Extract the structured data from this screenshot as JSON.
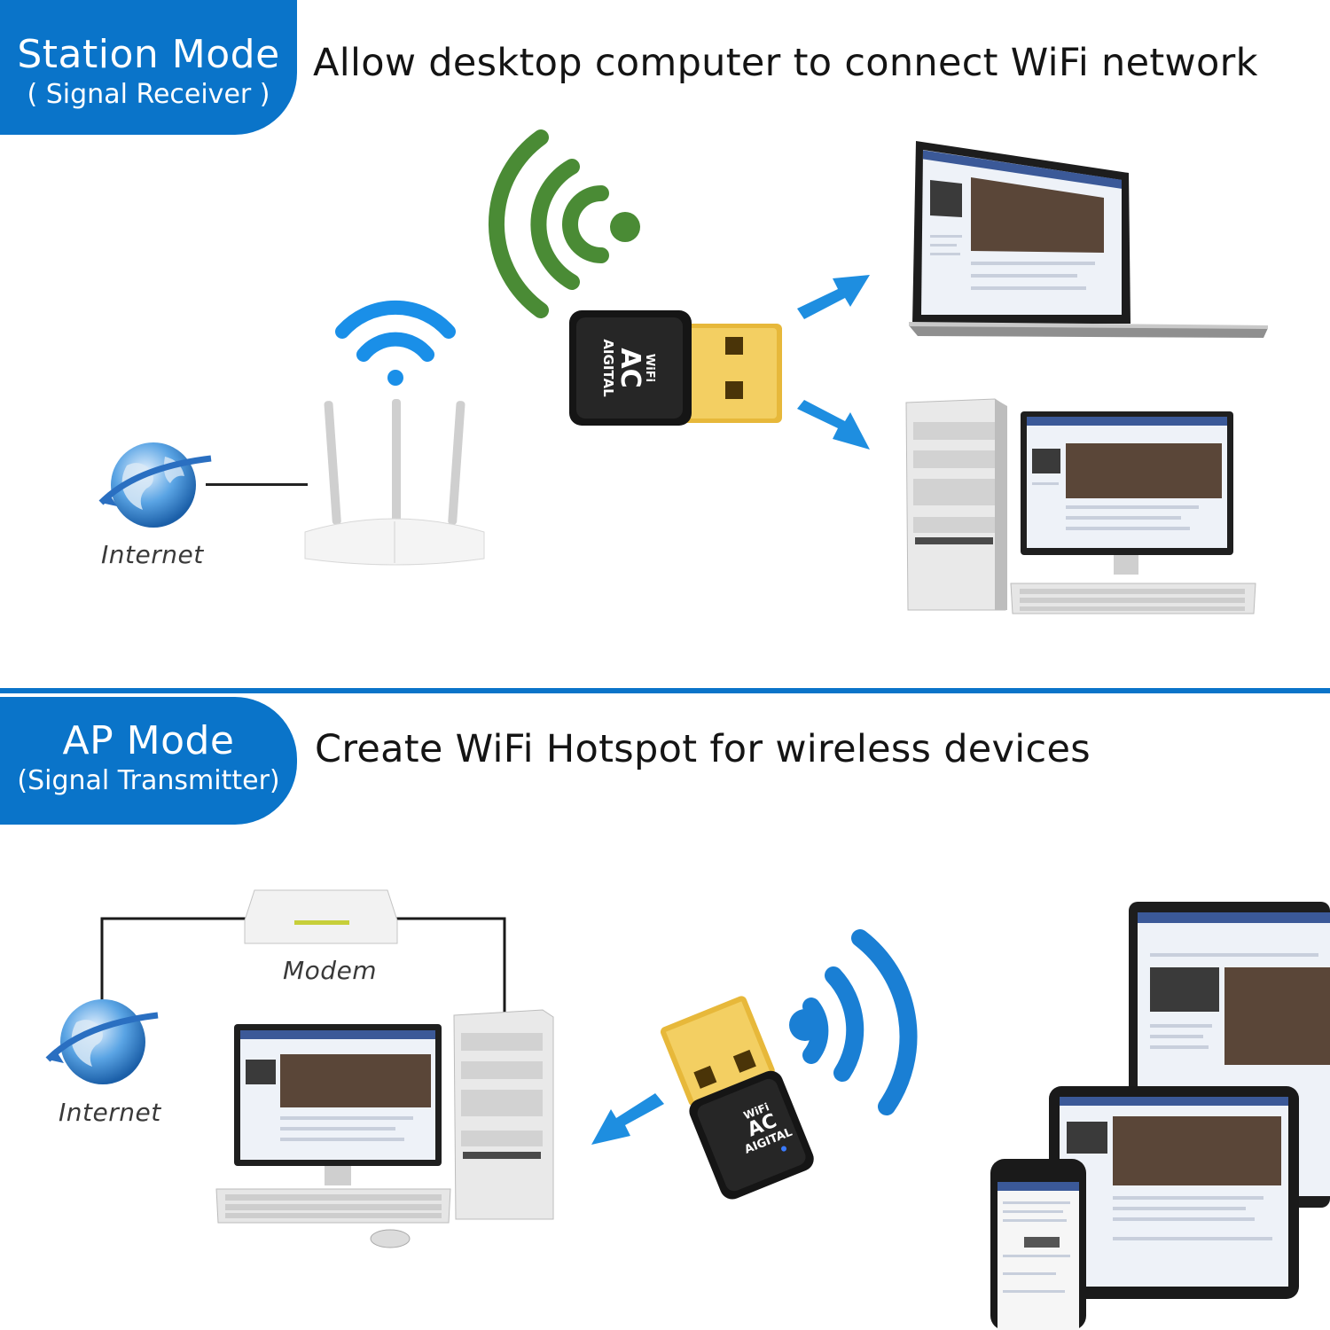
{
  "station": {
    "title": "Station   Mode",
    "subtitle": "( Signal  Receiver )",
    "headline": "Allow desktop computer to connect WiFi network",
    "internet_label": "Internet"
  },
  "ap": {
    "title": "AP   Mode",
    "subtitle": "(Signal Transmitter)",
    "headline": "Create WiFi Hotspot for wireless devices",
    "internet_label": "Internet",
    "modem_label": "Modem"
  },
  "adapter": {
    "brand": "AIGITAL",
    "badge": "AC",
    "logo": "WiFi"
  },
  "colors": {
    "brand_blue": "#0a74c9",
    "arrow_blue": "#1e8ee0",
    "signal_green": "#4a8b35",
    "signal_blue": "#1a7fd4"
  }
}
